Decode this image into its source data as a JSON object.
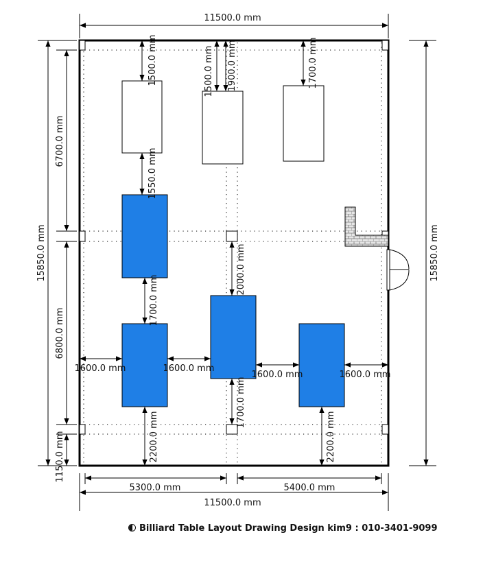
{
  "dimensions": {
    "top_width": "11500.0 mm",
    "bottom_width": "11500.0 mm",
    "left_height": "15850.0 mm",
    "right_height": "15850.0 mm",
    "left_upper": "6700.0 mm",
    "left_middle": "6800.0 mm",
    "left_lower": "1150.0 mm",
    "bottom_left": "5300.0 mm",
    "bottom_right": "5400.0 mm",
    "t1_top": "1500.0 mm",
    "t2_top_a": "1500.0 mm",
    "t2_top_b": "1900.0 mm",
    "t3_top": "1700.0 mm",
    "gap_upper_left": "1550.0 mm",
    "gap_left_col": "1700.0 mm",
    "gap_center_top": "2000.0 mm",
    "gap_center_bottom": "1700.0 mm",
    "side_left": "1600.0 mm",
    "between_1": "1600.0 mm",
    "between_2": "1600.0 mm",
    "side_right": "1600.0 mm",
    "bottom_gap_left": "2200.0 mm",
    "bottom_gap_right": "2200.0 mm"
  },
  "colors": {
    "table_blue": "#1f7fe6",
    "outline": "#000000",
    "grid_dots": "#333333",
    "counter_fill": "#e0e0e0"
  },
  "tables": {
    "blue_count": 4,
    "white_count": 3
  },
  "footer": {
    "icon": "half-filled-circle-icon",
    "text": "Billiard Table Layout Drawing Design kim9 : 010-3401-9099"
  }
}
